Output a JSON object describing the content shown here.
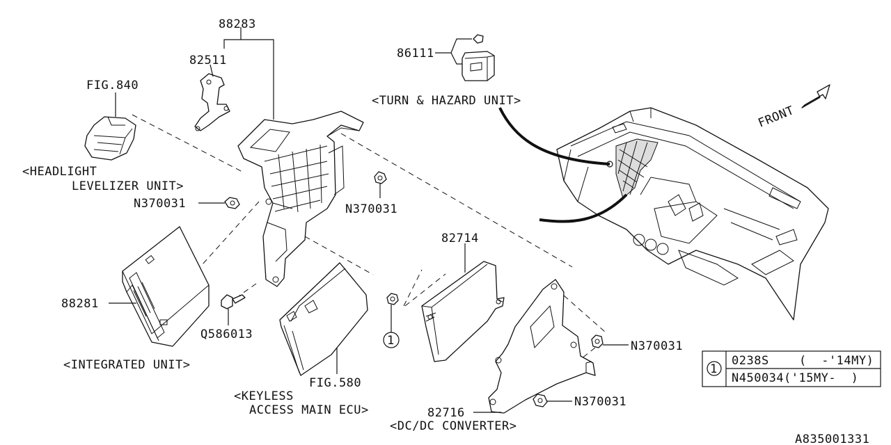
{
  "parts": {
    "p88283": "88283",
    "p82511": "82511",
    "fig840": "FIG.840",
    "p86111": "86111",
    "turn_hazard": "<TURN & HAZARD UNIT>",
    "front": "FRONT",
    "headlight_1": "<HEADLIGHT",
    "headlight_2": "LEVELIZER UNIT>",
    "n370031_a": "N370031",
    "n370031_b": "N370031",
    "n370031_c": "N370031",
    "n370031_d": "N370031",
    "p82714": "82714",
    "p88281": "88281",
    "q586013": "Q586013",
    "integrated": "<INTEGRATED UNIT>",
    "fig580": "FIG.580",
    "keyless_1": "<KEYLESS",
    "keyless_2": "ACCESS MAIN ECU>",
    "p82716": "82716",
    "dcdc": "<DC/DC CONVERTER>",
    "callout": "1",
    "diagram_id": "A835001331"
  },
  "legend": {
    "marker": "1",
    "rows": [
      {
        "part": "0238S",
        "range": "(  -'14MY)"
      },
      {
        "part": "N450034",
        "range": "('15MY-  )"
      }
    ]
  }
}
